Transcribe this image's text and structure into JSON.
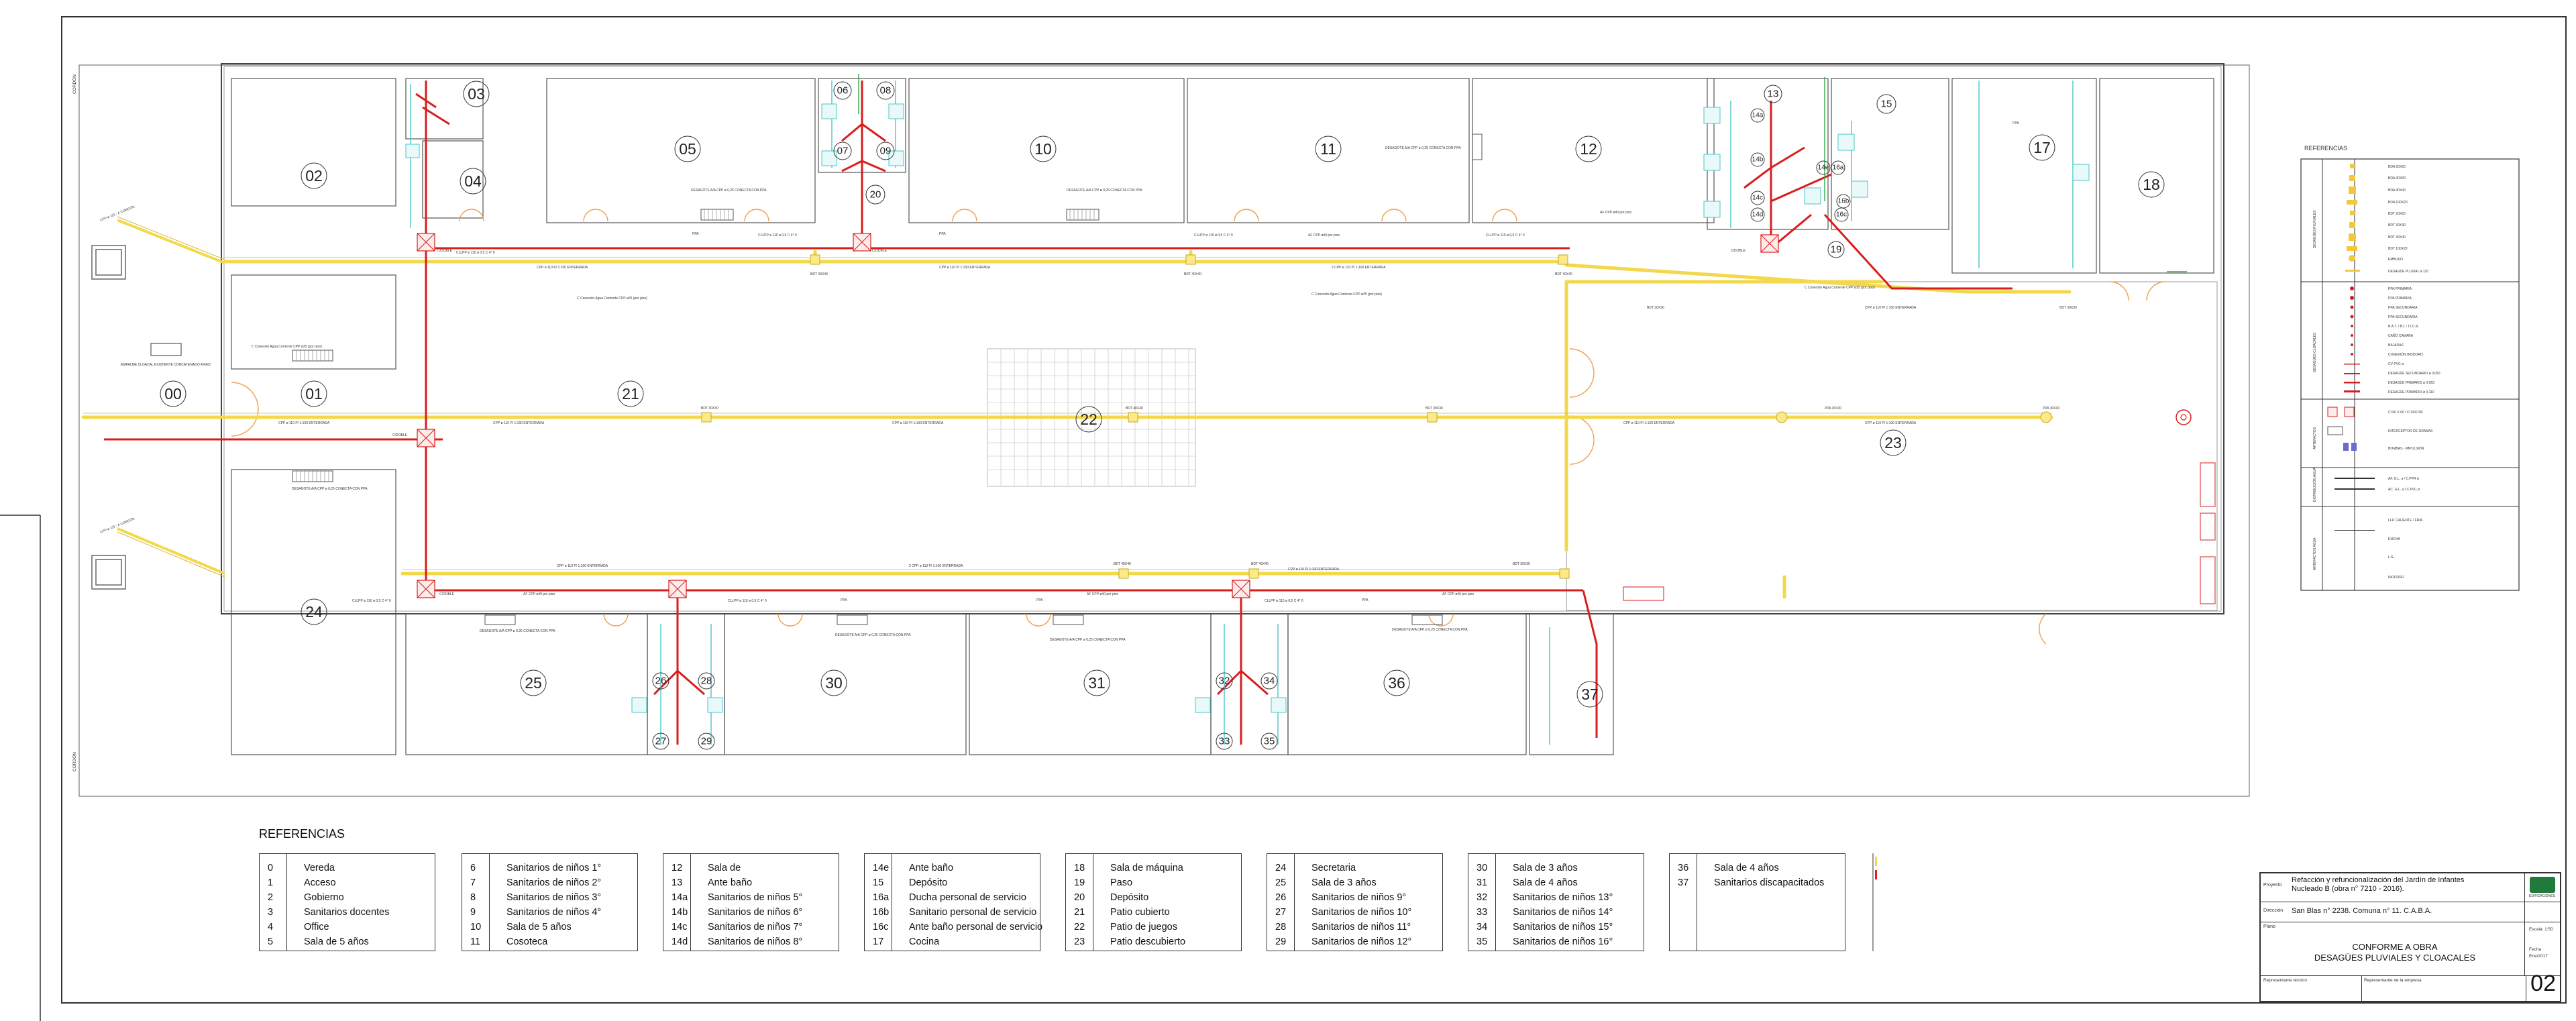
{
  "colors": {
    "pluvial": "#f2d84a",
    "cloacal": "#d81d1d",
    "water": "#49c6c9",
    "outline": "#f0a04a",
    "walls": "#444444",
    "green": "#2fa84a"
  },
  "streets": {
    "left_top": "CORDÓN",
    "left_bottom": "CORDÓN"
  },
  "room_labels": {
    "r00": "00",
    "r01": "01",
    "r02": "02",
    "r03": "03",
    "r04": "04",
    "r05": "05",
    "r06": "06",
    "r07": "07",
    "r08": "08",
    "r09": "09",
    "r10": "10",
    "r11": "11",
    "r12": "12",
    "r13": "13",
    "r14a": "14a",
    "r14b": "14b",
    "r14c": "14c",
    "r14d": "14d",
    "r14e": "14e",
    "r15": "15",
    "r16a": "16a",
    "r16b": "16b",
    "r16c": "16c",
    "r17": "17",
    "r18": "18",
    "r19": "19",
    "r20": "20",
    "r21": "21",
    "r22": "22",
    "r23": "23",
    "r24": "24",
    "r25": "25",
    "r26": "26",
    "r27": "27",
    "r28": "28",
    "r29": "29",
    "r30": "30",
    "r31": "31",
    "r32": "32",
    "r33": "33",
    "r34": "34",
    "r35": "35",
    "r36": "36",
    "r37": "37"
  },
  "pipe_notes": {
    "main_pluvial": "CPP ø 110  P/ 1:100  ENTERRADA",
    "cloacal_main": "CLLPP ø 110 ø 0,5 C  4° 0",
    "cloacal_branch": "AF CPP ø40 por piso",
    "pluvial_top": "2 CPP ø 110 P/ 1:100  ENTERRADA",
    "conexion_agua": "C Conexión Agua Corriente CPP ø25 (por piso)",
    "desagote": "DESAGOTE A/A CPP ø 0,25 CONECTA CON PPA",
    "bdt": "BDT 40X40",
    "bdt60": "BDT 30X30",
    "pp": "PPA",
    "ppa": "PPA 30X30",
    "vereda_note": "CPP ø 110 - A CORDÓN",
    "empalme_note": "EMPALME CLOACAL EXISTENTE CONCATENADO A RED",
    "cd": "C/DOBLE",
    "ppa_primaria": "PPA"
  },
  "references": {
    "title": "REFERENCIAS",
    "columns": [
      [
        [
          "0",
          "Vereda"
        ],
        [
          "1",
          "Acceso"
        ],
        [
          "2",
          "Gobierno"
        ],
        [
          "3",
          "Sanitarios docentes"
        ],
        [
          "4",
          "Office"
        ],
        [
          "5",
          "Sala de 5 años"
        ]
      ],
      [
        [
          "6",
          "Sanitarios de niños 1°"
        ],
        [
          "7",
          "Sanitarios de niños 2°"
        ],
        [
          "8",
          "Sanitarios de niños 3°"
        ],
        [
          "9",
          "Sanitarios de niños 4°"
        ],
        [
          "10",
          "Sala de 5 años"
        ],
        [
          "11",
          "Cosoteca"
        ]
      ],
      [
        [
          "12",
          "Sala de"
        ],
        [
          "13",
          "Ante baño"
        ],
        [
          "14a",
          "Sanitarios de niños 5°"
        ],
        [
          "14b",
          "Sanitarios de niños 6°"
        ],
        [
          "14c",
          "Sanitarios de niños 7°"
        ],
        [
          "14d",
          "Sanitarios de niños 8°"
        ]
      ],
      [
        [
          "14e",
          "Ante baño"
        ],
        [
          "15",
          "Depósito"
        ],
        [
          "16a",
          "Ducha personal de servicio"
        ],
        [
          "16b",
          "Sanitario personal de servicio"
        ],
        [
          "16c",
          "Ante baño personal de servicio"
        ],
        [
          "17",
          "Cocina"
        ]
      ],
      [
        [
          "18",
          "Sala de máquina"
        ],
        [
          "19",
          "Paso"
        ],
        [
          "20",
          "Depósito"
        ],
        [
          "21",
          "Patio cubierto"
        ],
        [
          "22",
          "Patio de juegos"
        ],
        [
          "23",
          "Patio descubierto"
        ]
      ],
      [
        [
          "24",
          "Secretaria"
        ],
        [
          "25",
          "Sala de 3 años"
        ],
        [
          "26",
          "Sanitarios de niños 9°"
        ],
        [
          "27",
          "Sanitarios de niños 10°"
        ],
        [
          "28",
          "Sanitarios de niños 11°"
        ],
        [
          "29",
          "Sanitarios de niños 12°"
        ]
      ],
      [
        [
          "30",
          "Sala de 3 años"
        ],
        [
          "31",
          "Sala de 4 años"
        ],
        [
          "32",
          "Sanitarios de niños 13°"
        ],
        [
          "33",
          "Sanitarios de niños 14°"
        ],
        [
          "34",
          "Sanitarios de niños 15°"
        ],
        [
          "35",
          "Sanitarios de niños 16°"
        ]
      ],
      [
        [
          "36",
          "Sala de 4 años"
        ],
        [
          "37",
          "Sanitarios discapacitados"
        ]
      ]
    ]
  },
  "legend": {
    "title": "REFERENCIAS",
    "sections": {
      "pluviales": "DESAGÜES PLUVIALES",
      "cloacales": "DESAGÜES CLOACALES",
      "artefactos": "ARTEFACTOS",
      "distribucion": "DISTRIBUCIÓN AGUA",
      "artefactos_agua": "ARTEFACTOS AGUA"
    },
    "pluviales_items": [
      "BDA 20X20",
      "BDA 30X30",
      "BDA 40X40",
      "BDA 100X20",
      "BDT 20X20",
      "BDT 30X30",
      "BDT 40X40",
      "BDT 100X20",
      "EMBUDO",
      "DESAGÜE PLUVIAL ø 110"
    ],
    "cloacales_items": [
      "PPA PRIMARIA",
      "PPA PRIMARIA",
      "PPA SECUNDARIA",
      "PPA SECUNDARIA",
      "B.A.T. / B.I. / T.I.C.R.",
      "CAÑO CAMARA",
      "BAJADAS",
      "CONEXIÓN INODORO",
      "CV PVC ø",
      "DESAGÜE SECUNDARIO ø 0,050",
      "DESAGÜE PRIMARIO ø 0,063",
      "DESAGÜE PRIMARIO ø 0,110"
    ],
    "artefactos_items": [
      "CI 60 X 60 / CI 60X100",
      "INTERCEPTOR DE GRASAS",
      "BOMBAS - IMPULSIÓN"
    ],
    "distribucion_items": [
      "AF. G.L. a / C.PPR ø",
      "AC. G.L. a / C.PVC ø"
    ],
    "agua_items": [
      "LLP. CALIENTE / FRÍA",
      "DUCHA",
      "L.S.",
      "INODORO"
    ]
  },
  "title_block": {
    "proyecto_label": "Proyecto",
    "proyecto": "Refacción y refuncionalización del Jardín de Infantes Nucleado B (obra n° 7210 - 2016).",
    "direccion_label": "Dirección",
    "direccion": "San Blas n° 2238. Comuna n° 11. C.A.B.A.",
    "plano_label": "Plano",
    "plano_line1": "CONFORME A OBRA",
    "plano_line2": "DESAGÜES PLUVIALES Y CLOACALES",
    "escala_label": "Escala: 1:50",
    "fecha_label": "Fecha",
    "fecha": "Ene/2017",
    "rep_tecnico": "Representante técnico",
    "rep_empresa": "Representante de la empresa",
    "sheet": "02",
    "logo_text": "EDIFICACIONES"
  }
}
